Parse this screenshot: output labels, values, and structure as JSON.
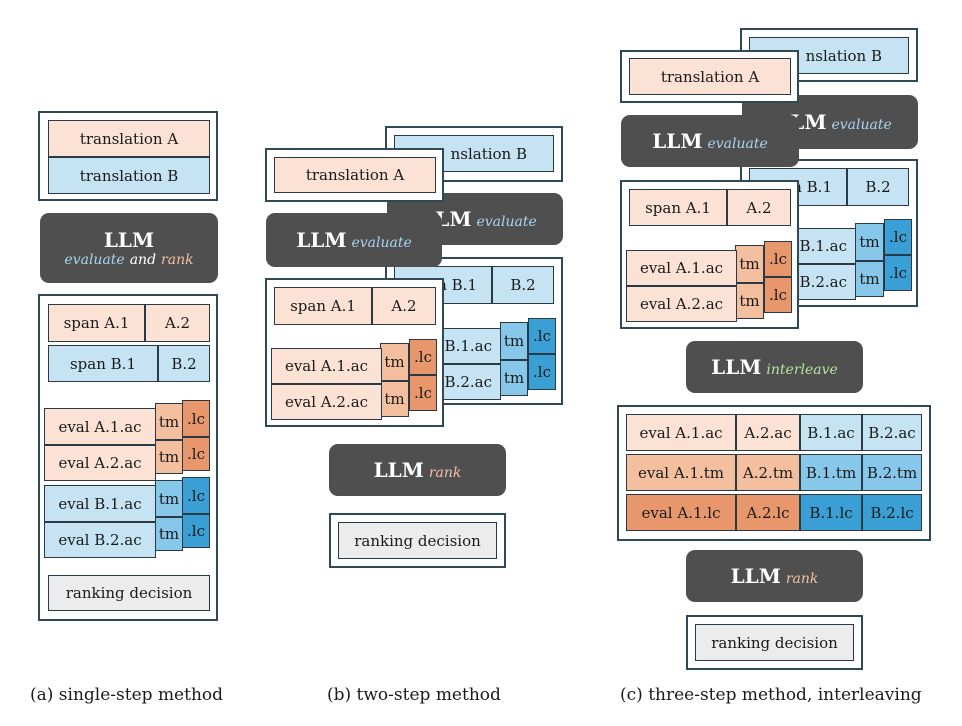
{
  "labels": {
    "translation_a": "translation A",
    "translation_b": "translation B",
    "translation_b_clipped": "nslation B",
    "llm": "LLM",
    "llm_clipped": "LM",
    "evaluate": "evaluate",
    "and": "and",
    "rank": "rank",
    "interleave": "interleave",
    "span_a1": "span A.1",
    "a2": "A.2",
    "span_b1": "span B.1",
    "span_b1_clipped": "n B.1",
    "b2": "B.2",
    "eval_a1_ac": "eval A.1.ac",
    "eval_a2_ac": "eval A.2.ac",
    "eval_b1_ac": "eval B.1.ac",
    "eval_b2_ac": "eval B.2.ac",
    "b1_ac_clipped": "B.1.ac",
    "b2_ac_clipped": "B.2.ac",
    "tm": "tm",
    "lc": ".lc",
    "ranking_decision": "ranking decision"
  },
  "interleave_table": [
    [
      "eval A.1.ac",
      "A.2.ac",
      "B.1.ac",
      "B.2.ac"
    ],
    [
      "eval A.1.tm",
      "A.2.tm",
      "B.1.tm",
      "B.2.tm"
    ],
    [
      "eval A.1.lc",
      "A.2.lc",
      "B.1.lc",
      "B.2.lc"
    ]
  ],
  "captions": {
    "a": "(a) single-step method",
    "b": "(b) two-step method",
    "c": "(c) three-step method, interleaving"
  },
  "colors": {
    "frame": "#2f4a55",
    "llm_box": "#4f4f4f",
    "translation_a": "#fbe2d4",
    "translation_b": "#c5e3f3",
    "tm_a": "#f3bf9f",
    "tm_b": "#87c8ea",
    "lc_a": "#e8966c",
    "lc_b": "#3a9fd4",
    "evaluate_text": "#a9d2ef",
    "rank_text": "#f4c09f",
    "interleave_text": "#b4e39d"
  }
}
